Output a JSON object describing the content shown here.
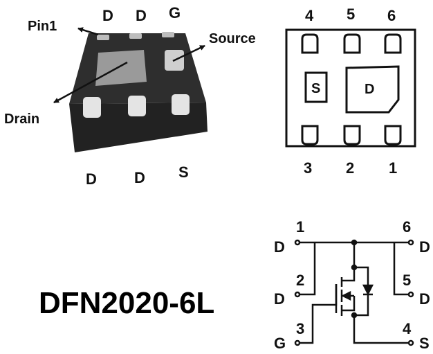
{
  "package_photo": {
    "top_pins": [
      "D",
      "D",
      "G"
    ],
    "bottom_pins": [
      "D",
      "D",
      "S"
    ],
    "callouts": {
      "pin1": "Pin1",
      "source": "Source",
      "drain": "Drain"
    }
  },
  "footprint": {
    "top_numbers": [
      "4",
      "5",
      "6"
    ],
    "bottom_numbers": [
      "3",
      "2",
      "1"
    ],
    "source_pad": "S",
    "drain_pad": "D"
  },
  "package_name": "DFN2020-6L",
  "schematic": {
    "left_numbers": [
      "1",
      "2",
      "3"
    ],
    "left_names": [
      "D",
      "D",
      "G"
    ],
    "right_numbers": [
      "6",
      "5",
      "4"
    ],
    "right_names": [
      "D",
      "D",
      "S"
    ]
  },
  "colors": {
    "package_body": "#2b2b2b",
    "package_side": "#1a1a1a",
    "drain_pad": "#9a9a9a",
    "pad_highlight": "#e4e4e4",
    "line": "#111111"
  }
}
